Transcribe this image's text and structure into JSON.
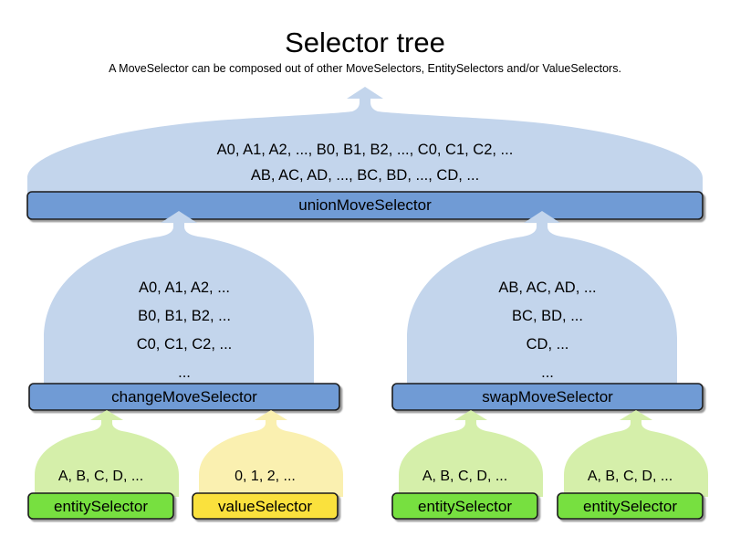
{
  "header": {
    "title": "Selector tree",
    "subtitle": "A MoveSelector can be composed out of other MoveSelectors, EntitySelectors and/or ValueSelectors."
  },
  "colors": {
    "move_fill_light": "#c3d5ec",
    "move_bar": "#6f9bd5",
    "entity_fill_light": "#d5efaa",
    "entity_bar": "#77e041",
    "value_fill_light": "#faf0b0",
    "value_bar": "#fae13c",
    "stroke": "#1a1a1a",
    "background": "#ffffff",
    "text": "#000000"
  },
  "tree": {
    "root": {
      "name": "union-move-selector",
      "label": "unionMoveSelector",
      "kind": "move-selector",
      "lines": [
        "A0, A1, A2, ..., B0, B1, B2, ..., C0, C1, C2, ...",
        "AB, AC, AD, ..., BC, BD, ..., CD, ..."
      ]
    },
    "level2": [
      {
        "name": "change-move-selector",
        "label": "changeMoveSelector",
        "kind": "move-selector",
        "lines": [
          "A0, A1, A2, ...",
          "B0, B1, B2, ...",
          "C0, C1, C2, ...",
          "..."
        ]
      },
      {
        "name": "swap-move-selector",
        "label": "swapMoveSelector",
        "kind": "move-selector",
        "lines": [
          "AB, AC, AD, ...",
          "BC, BD, ...",
          "CD, ...",
          "..."
        ]
      }
    ],
    "leaves": [
      {
        "name": "entity-selector-1",
        "label": "entitySelector",
        "kind": "entity-selector",
        "lines": [
          "A, B, C, D, ..."
        ]
      },
      {
        "name": "value-selector-1",
        "label": "valueSelector",
        "kind": "value-selector",
        "lines": [
          "0, 1, 2, ..."
        ]
      },
      {
        "name": "entity-selector-2",
        "label": "entitySelector",
        "kind": "entity-selector",
        "lines": [
          "A, B, C, D, ..."
        ]
      },
      {
        "name": "entity-selector-3",
        "label": "entitySelector",
        "kind": "entity-selector",
        "lines": [
          "A, B, C, D, ..."
        ]
      }
    ]
  }
}
